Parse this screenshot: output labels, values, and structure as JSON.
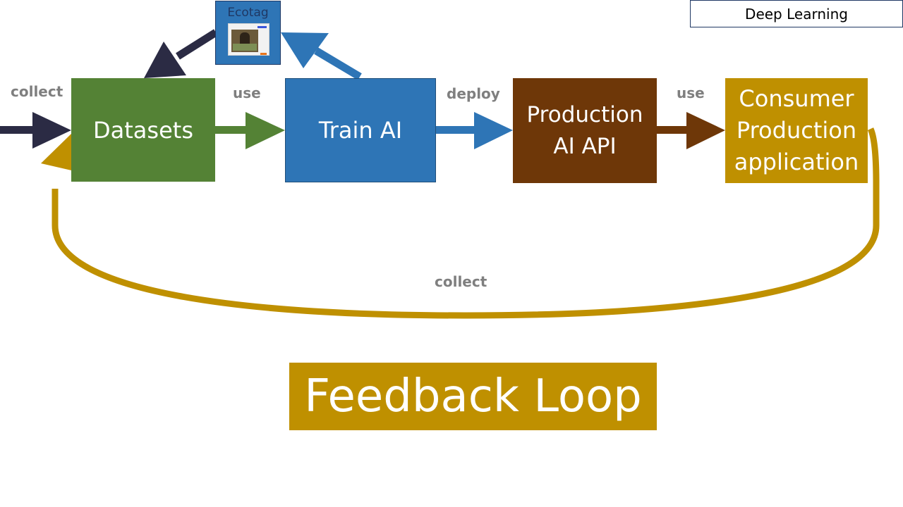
{
  "header": {
    "tag": "Deep Learning"
  },
  "ecotag": {
    "label": "Ecotag"
  },
  "nodes": {
    "datasets": "Datasets",
    "train": "Train AI",
    "production": "Production\nAI API",
    "consumer": "Consumer\nProduction\napplication"
  },
  "edges": {
    "collect_in": "collect",
    "use_1": "use",
    "deploy": "deploy",
    "use_2": "use",
    "collect_loop": "collect"
  },
  "footer": {
    "title": "Feedback Loop"
  },
  "colors": {
    "datasets": "#548235",
    "train": "#2e75b6",
    "production": "#6e3708",
    "consumer": "#bf9000",
    "dark_arrow": "#2b2b44"
  }
}
